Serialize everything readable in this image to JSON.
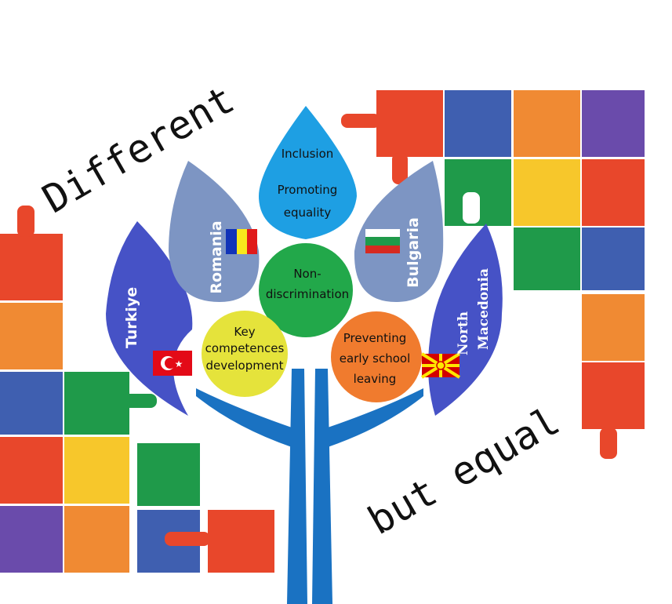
{
  "slogan": {
    "line1": "Different",
    "line2": "but equal"
  },
  "petals": {
    "top": {
      "line1": "Inclusion",
      "line2": "Promoting",
      "line3": "equality"
    },
    "center": {
      "line1": "Non-",
      "line2": "discrimination"
    },
    "left": {
      "line1": "Key",
      "line2": "competences",
      "line3": "development"
    },
    "right": {
      "line1": "Preventing",
      "line2": "early school",
      "line3": "leaving"
    }
  },
  "countries": {
    "romania": "Romania",
    "bulgaria": "Bulgaria",
    "turkiye": "Turkiye",
    "north_macedonia_1": "North",
    "north_macedonia_2": "Macedonia"
  },
  "colors": {
    "top_drop": "#1e9fe3",
    "country_drop": "#7d95c3",
    "flame": "#4652c6",
    "green": "#22a84a",
    "yellow": "#e5e33b",
    "orange": "#f07b2e",
    "trunk": "#1a72c2"
  }
}
